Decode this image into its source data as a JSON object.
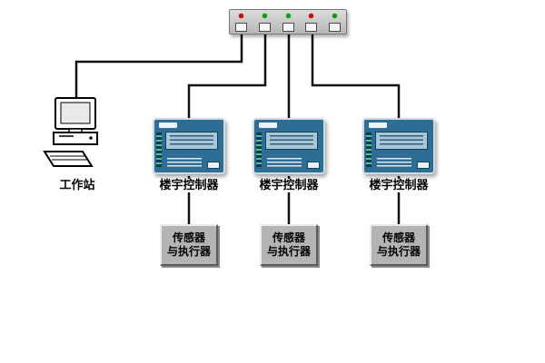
{
  "switch": {
    "leds": [
      "red",
      "green",
      "green",
      "red",
      "green"
    ],
    "port_count": 5
  },
  "workstation": {
    "label": "工作站"
  },
  "controllers": [
    {
      "label": "楼宇控制器"
    },
    {
      "label": "楼宇控制器"
    },
    {
      "label": "楼宇控制器"
    }
  ],
  "sensors": [
    {
      "line1": "传感器",
      "line2": "与执行器"
    },
    {
      "line1": "传感器",
      "line2": "与执行器"
    },
    {
      "line1": "传感器",
      "line2": "与执行器"
    }
  ],
  "colors": {
    "wire": "#111111",
    "switch_body": "#c9c9c9",
    "led_red": "#d40000",
    "led_green": "#00a400",
    "controller_body": "#2e6d94",
    "controller_panel": "#a7c6d6",
    "sensor_box": "#b4b4b4"
  }
}
